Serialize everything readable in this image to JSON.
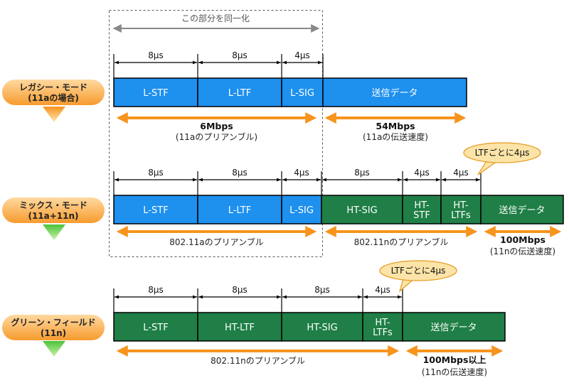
{
  "top_label": "この部分を同一化",
  "colors": {
    "legacy_blue": "#1e90ee",
    "ht_green": "#1f7f46",
    "orange": "#f7941d",
    "mode_label_orange": "#f8a13a",
    "legacy_triangle": "#f7941d",
    "ht_triangle": "#78d64b",
    "callout_fill": "#fce4a8",
    "callout_border": "#e59a1d"
  },
  "modes": [
    {
      "label_line1": "レガシー・モード",
      "label_line2": "(11aの場合)",
      "triangle": "legacy",
      "fields": [
        {
          "label": "L-STF",
          "color": "legacy_blue"
        },
        {
          "label": "L-LTF",
          "color": "legacy_blue"
        },
        {
          "label": "L-SIG",
          "color": "legacy_blue"
        },
        {
          "label": "送信データ",
          "color": "legacy_blue"
        }
      ],
      "timings": [
        "8μs",
        "8μs",
        "4μs"
      ],
      "rates": [
        {
          "main": "6Mbps",
          "sub": "(11aのプリアンブル)"
        },
        {
          "main": "54Mbps",
          "sub": "(11aの伝送速度)"
        }
      ]
    },
    {
      "label_line1": "ミックス・モード",
      "label_line2": "(11a+11n)",
      "triangle": "ht",
      "fields": [
        {
          "label": "L-STF",
          "color": "legacy_blue"
        },
        {
          "label": "L-LTF",
          "color": "legacy_blue"
        },
        {
          "label": "L-SIG",
          "color": "legacy_blue"
        },
        {
          "label": "HT-SIG",
          "color": "ht_green"
        },
        {
          "label": "HT-\nSTF",
          "color": "ht_green"
        },
        {
          "label": "HT-\nLTFs",
          "color": "ht_green"
        },
        {
          "label": "送信データ",
          "color": "ht_green"
        }
      ],
      "timings": [
        "8μs",
        "8μs",
        "4μs",
        "8μs",
        "4μs",
        "4μs"
      ],
      "callout": "LTFごとに4μs",
      "rates": [
        {
          "main": "",
          "sub": "802.11aのプリアンブル"
        },
        {
          "main": "",
          "sub": "802.11nのプリアンブル"
        },
        {
          "main": "100Mbps",
          "sub": "(11nの伝送速度)"
        }
      ]
    },
    {
      "label_line1": "グリーン・フィールド",
      "label_line2": "(11n)",
      "triangle": "ht",
      "fields": [
        {
          "label": "L-STF",
          "color": "ht_green"
        },
        {
          "label": "HT-LTF",
          "color": "ht_green"
        },
        {
          "label": "HT-SIG",
          "color": "ht_green"
        },
        {
          "label": "HT-\nLTFs",
          "color": "ht_green"
        },
        {
          "label": "送信データ",
          "color": "ht_green"
        }
      ],
      "timings": [
        "8μs",
        "8μs",
        "8μs",
        "4μs"
      ],
      "callout": "LTFごとに4μs",
      "rates": [
        {
          "main": "",
          "sub": "802.11nのプリアンブル"
        },
        {
          "main": "100Mbps以上",
          "sub": "(11nの伝送速度)"
        }
      ]
    }
  ]
}
